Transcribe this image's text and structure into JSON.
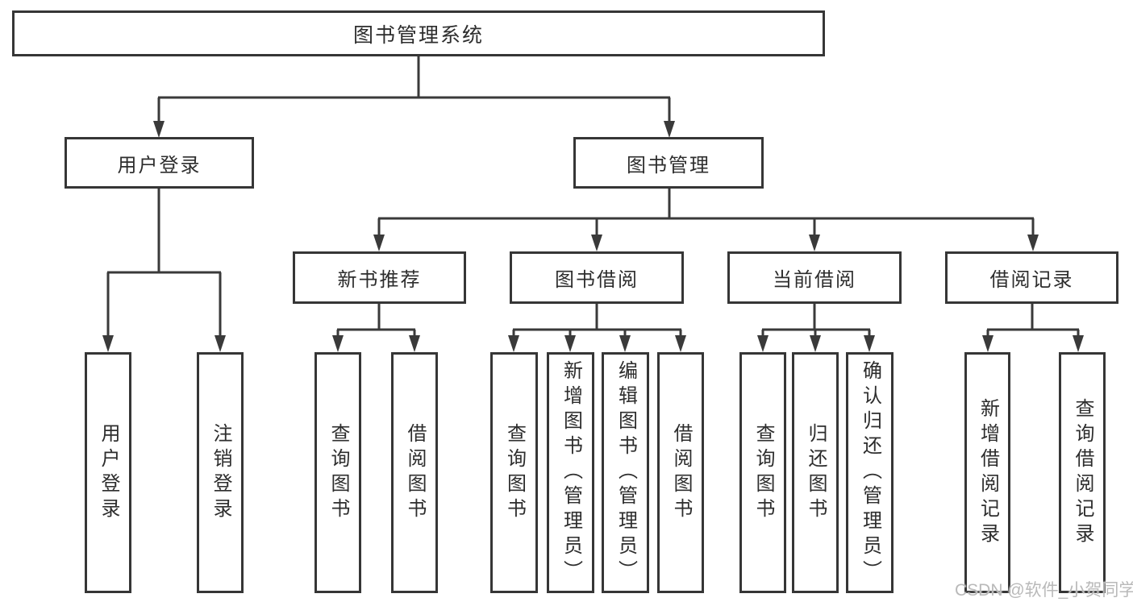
{
  "page": {
    "background_color": "#ffffff",
    "line_color": "#3a3a3a",
    "box_border_color": "#363636",
    "text_color": "#2d2d2d",
    "watermark_color": "#b9b9b9"
  },
  "tree": {
    "root": {
      "label": "图书管理系统"
    },
    "branches": [
      {
        "label": "用户登录",
        "children": [
          {
            "label": "用户登录"
          },
          {
            "label": "注销登录"
          }
        ]
      },
      {
        "label": "图书管理",
        "groups": [
          {
            "label": "新书推荐",
            "children": [
              {
                "label": "查询图书"
              },
              {
                "label": "借阅图书"
              }
            ]
          },
          {
            "label": "图书借阅",
            "children": [
              {
                "label": "查询图书"
              },
              {
                "label": "新增图书（管理员）"
              },
              {
                "label": "编辑图书（管理员）"
              },
              {
                "label": "借阅图书"
              }
            ]
          },
          {
            "label": "当前借阅",
            "children": [
              {
                "label": "查询图书"
              },
              {
                "label": "归还图书"
              },
              {
                "label": "确认归还（管理员）"
              }
            ]
          },
          {
            "label": "借阅记录",
            "children": [
              {
                "label": "新增借阅记录"
              },
              {
                "label": "查询借阅记录"
              }
            ]
          }
        ]
      }
    ]
  },
  "watermark": {
    "text": "CSDN @软件_小贺同学"
  }
}
